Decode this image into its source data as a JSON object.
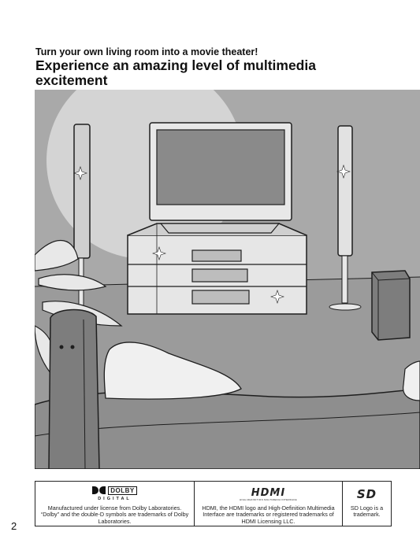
{
  "page": {
    "subtitle": "Turn your own living room into a movie theater!",
    "title": "Experience an amazing level of multimedia excitement",
    "page_number": "2"
  },
  "illustration": {
    "subject": "home-theater-living-room",
    "palette": {
      "background": "#a9a9a9",
      "wall_light": "#d4d4d4",
      "floor": "#9b9b9b",
      "sofa": "#8e8e8e",
      "screen": "#8a8a8a",
      "line": "#1e1e1e"
    }
  },
  "trademarks": {
    "dolby": {
      "logo_text": "DOLBY",
      "logo_subtext": "DIGITAL",
      "notice": "Manufactured under license from Dolby Laboratories. “Dolby” and the double-D symbols are trademarks of Dolby Laboratories."
    },
    "hdmi": {
      "logo_text": "HDMI",
      "logo_tagline": "HIGH-DEFINITION MULTIMEDIA INTERFACE",
      "notice": "HDMI, the HDMI logo and High-Definition Multimedia Interface are trademarks or registered trademarks of HDMI Licensing LLC."
    },
    "sd": {
      "logo_text": "SD",
      "notice": "SD Logo is a trademark."
    }
  }
}
